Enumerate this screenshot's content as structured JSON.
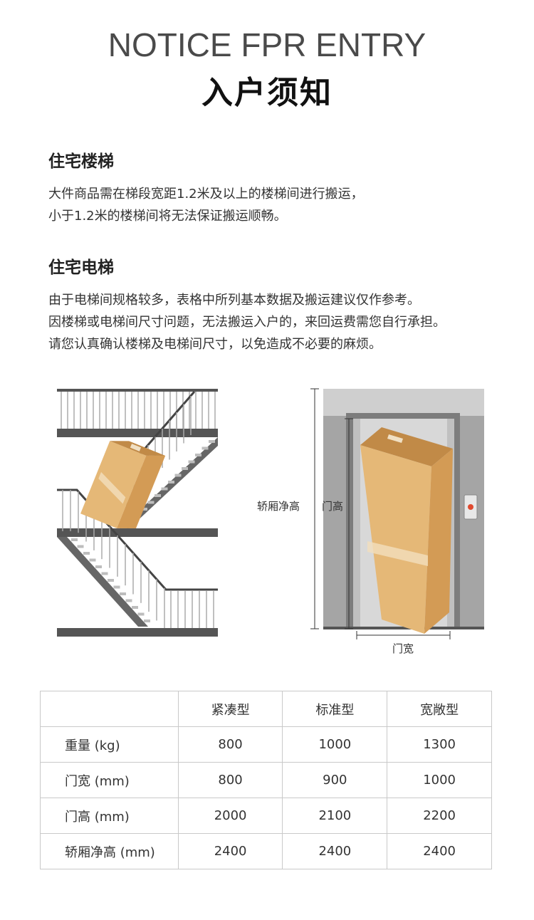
{
  "header": {
    "title_en": "NOTICE FPR ENTRY",
    "title_cn": "入户须知"
  },
  "sections": [
    {
      "title": "住宅楼梯",
      "lines": [
        "大件商品需在梯段宽距1.2米及以上的楼梯间进行搬运，",
        "小于1.2米的楼梯间将无法保证搬运顺畅。"
      ]
    },
    {
      "title": "住宅电梯",
      "lines": [
        "由于电梯间规格较多，表格中所列基本数据及搬运建议仅作参考。",
        "因楼梯或电梯间尺寸问题，无法搬运入户的，来回运费需您自行承担。",
        "请您认真确认楼梯及电梯间尺寸，以免造成不必要的麻烦。"
      ]
    }
  ],
  "elevator_labels": {
    "car_height": "轿厢净高",
    "door_height": "门高",
    "door_width": "门宽"
  },
  "colors": {
    "stair_dark": "#555555",
    "box": "#e5b877",
    "elevator_frame": "#8f8f8f",
    "call_button": "#e04a2f"
  },
  "table": {
    "headers": [
      "",
      "紧凑型",
      "标准型",
      "宽敞型"
    ],
    "rows": [
      [
        "重量 (kg)",
        "800",
        "1000",
        "1300"
      ],
      [
        "门宽 (mm)",
        "800",
        "900",
        "1000"
      ],
      [
        "门高 (mm)",
        "2000",
        "2100",
        "2200"
      ],
      [
        "轿厢净高 (mm)",
        "2400",
        "2400",
        "2400"
      ]
    ]
  }
}
